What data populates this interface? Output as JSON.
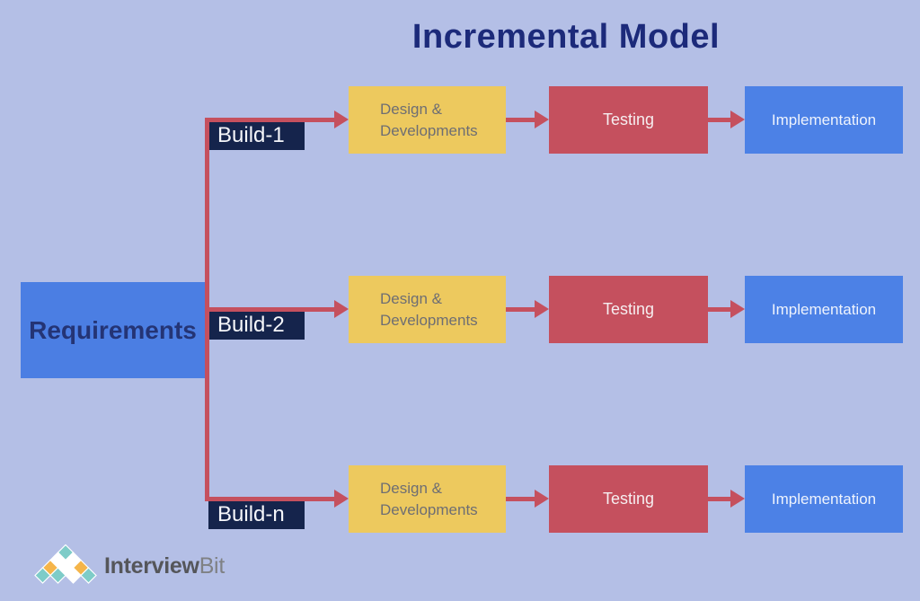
{
  "title": "Incremental Model",
  "requirements": {
    "label": "Requirements"
  },
  "rows": [
    {
      "build_label": "Build-1",
      "design_label": "Design &\nDevelopments",
      "testing_label": "Testing",
      "implementation_label": "Implementation"
    },
    {
      "build_label": "Build-2",
      "design_label": "Design &\nDevelopments",
      "testing_label": "Testing",
      "implementation_label": "Implementation"
    },
    {
      "build_label": "Build-n",
      "design_label": "Design &\nDevelopments",
      "testing_label": "Testing",
      "implementation_label": "Implementation"
    }
  ],
  "logo": {
    "brand_primary": "Interview",
    "brand_secondary": "Bit"
  },
  "colors": {
    "background": "#b4bfe6",
    "title_text": "#1c2a7a",
    "requirements_box": "#4b7ee3",
    "requirements_text": "#243475",
    "build_box": "#15244c",
    "design_box": "#edc95e",
    "design_text": "#6e6e73",
    "testing_box": "#c5505e",
    "implementation_box": "#4c81e6",
    "arrow": "#c5505e",
    "logo_teal": "#7eccc8",
    "logo_orange": "#f5b54a",
    "logo_white": "#ffffff"
  }
}
